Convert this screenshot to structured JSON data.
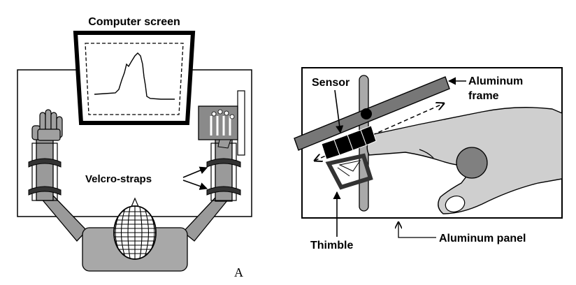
{
  "panel_a": {
    "title": "Computer screen",
    "straps_label": "Velcro-straps",
    "panel_letter": "A"
  },
  "panel_b": {
    "sensor_label": "Sensor",
    "frame_label_line1": "Aluminum",
    "frame_label_line2": "frame",
    "thimble_label": "Thimble",
    "panel_label": "Aluminum panel"
  },
  "colors": {
    "arm_gray": "#9a9a9a",
    "body_gray": "#a8a8a8",
    "frame_gray": "#777777",
    "finger_gray": "#cfcfcf",
    "ring_gray": "#808080",
    "sensor_black": "#000000"
  }
}
